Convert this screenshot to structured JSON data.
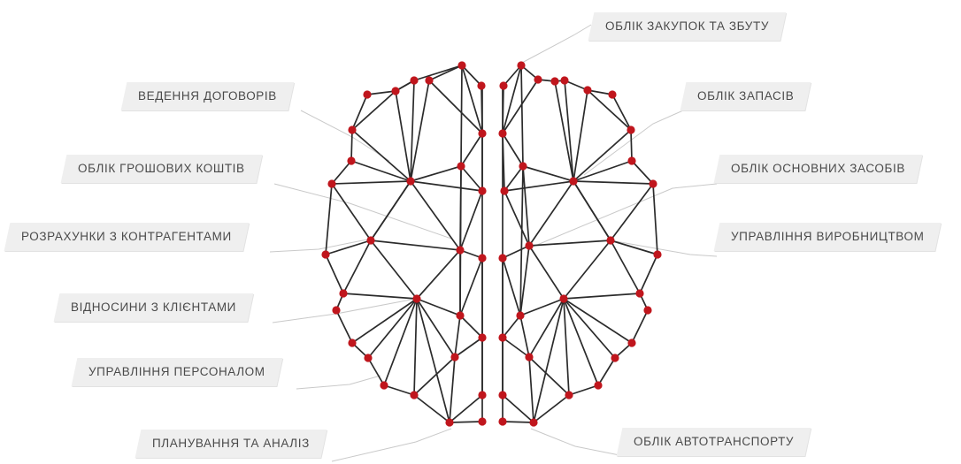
{
  "accent_color": "#c0161d",
  "edge_color": "#2b2b2b",
  "label_background": "#efefef",
  "labels_left": [
    "ВЕДЕННЯ ДОГОВОРІВ",
    "ОБЛІК ГРОШОВИХ КОШТІВ",
    "РОЗРАХУНКИ З КОНТРАГЕНТАМИ",
    "ВІДНОСИНИ З КЛІЄНТАМИ",
    "УПРАВЛІННЯ ПЕРСОНАЛОМ",
    "ПЛАНУВАННЯ ТА АНАЛІЗ"
  ],
  "labels_right": [
    "ОБЛІК ЗАКУПОК ТА ЗБУТУ",
    "ОБЛІК ЗАПАСІВ",
    "ОБЛІК ОСНОВНИХ ЗАСОБІВ",
    "УПРАВЛІННЯ ВИРОБНИЦТВОМ",
    "ОБЛІК АВТОТРАНСПОРТУ"
  ]
}
